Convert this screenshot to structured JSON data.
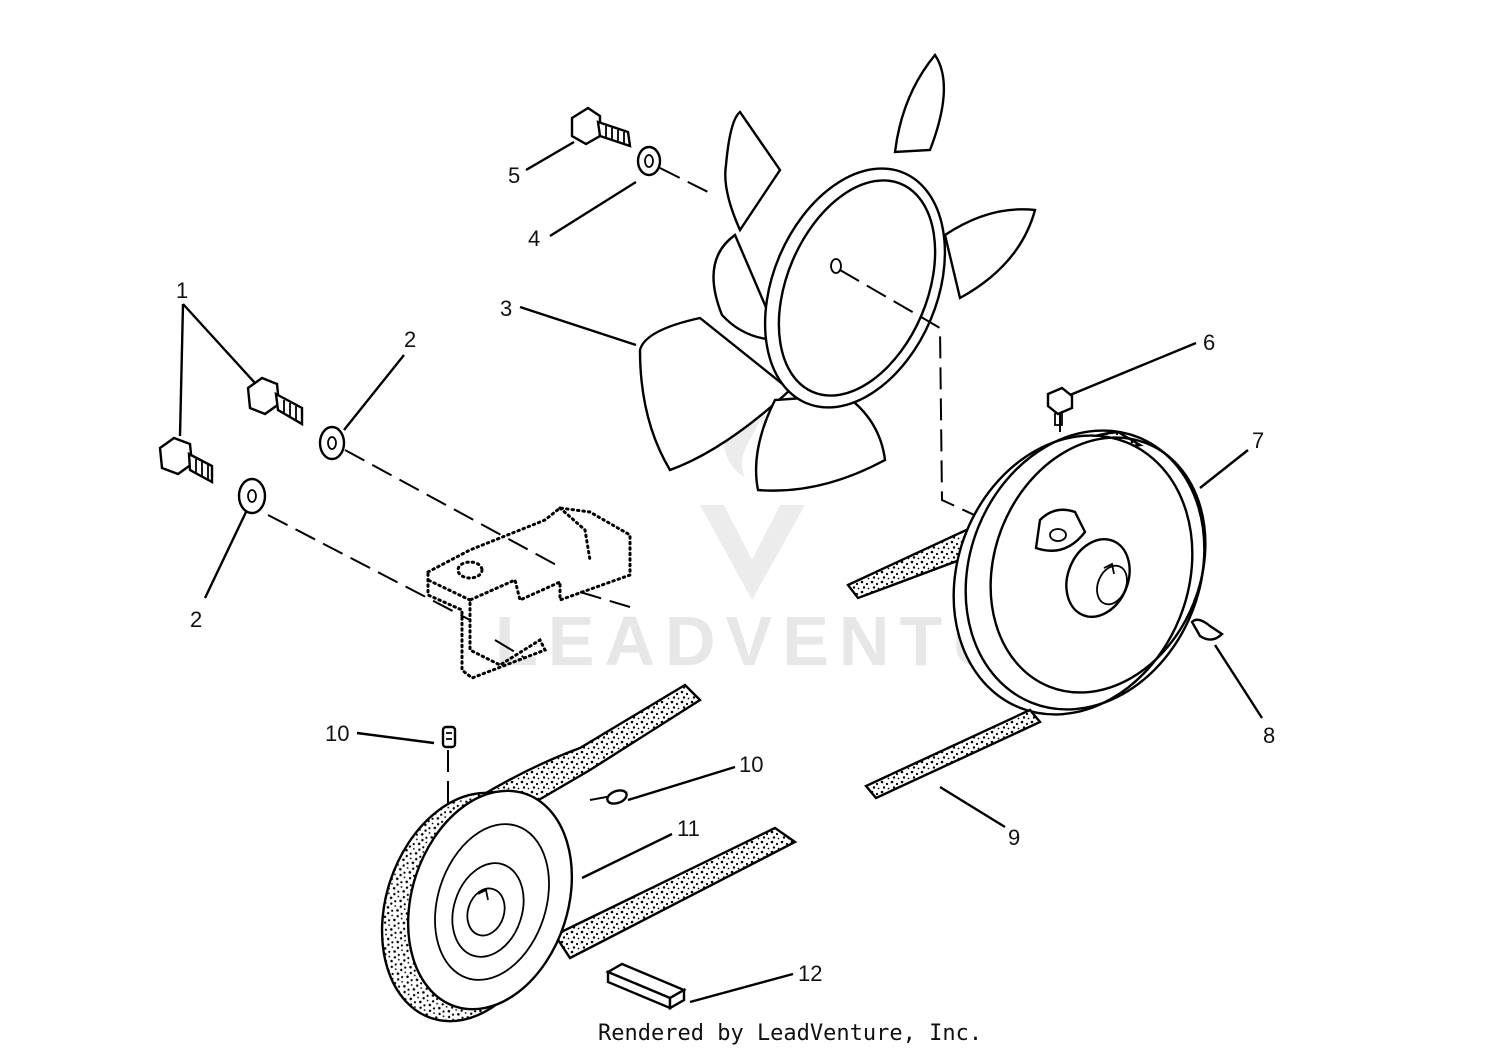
{
  "diagram": {
    "callouts": [
      {
        "id": "c1",
        "text": "1"
      },
      {
        "id": "c2a",
        "text": "2"
      },
      {
        "id": "c2b",
        "text": "2"
      },
      {
        "id": "c3",
        "text": "3"
      },
      {
        "id": "c4",
        "text": "4"
      },
      {
        "id": "c5",
        "text": "5"
      },
      {
        "id": "c6",
        "text": "6"
      },
      {
        "id": "c7",
        "text": "7"
      },
      {
        "id": "c8",
        "text": "8"
      },
      {
        "id": "c9",
        "text": "9"
      },
      {
        "id": "c10a",
        "text": "10"
      },
      {
        "id": "c10b",
        "text": "10"
      },
      {
        "id": "c11",
        "text": "11"
      },
      {
        "id": "c12",
        "text": "12"
      }
    ],
    "footer": "Rendered by LeadVenture, Inc.",
    "watermark_text": "LEADVENTURE"
  },
  "colors": {
    "ink": "#000000",
    "background": "#ffffff",
    "watermark": "#e7e7e7"
  }
}
